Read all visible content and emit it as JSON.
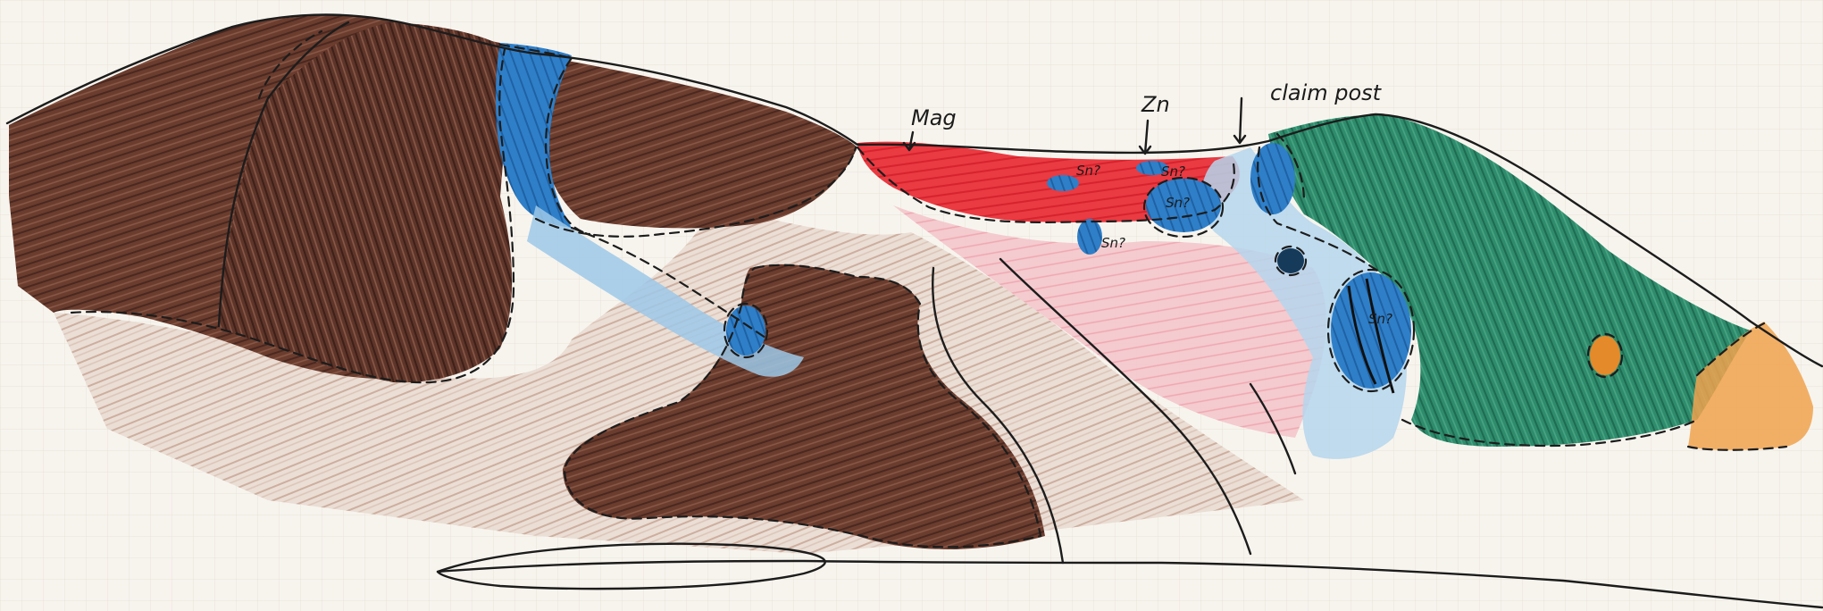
{
  "sketch": {
    "labels": {
      "mag": "Mag",
      "zn": "Zn",
      "claim_post": "claim post"
    },
    "sn_labels": [
      "Sn?",
      "Sn?",
      "Sn?",
      "Sn?",
      "Sn?"
    ],
    "colors": {
      "paper": "#f7f4ee",
      "grid": "#e6e1d6",
      "brown_dark": "#5a3326",
      "brown_mid": "#7a4a3a",
      "brown_light": "#c9a99a",
      "blue": "#2f7fc8",
      "blue_light": "#a8cde8",
      "red": "#ea3a42",
      "pink": "#f2b3bb",
      "green": "#2e8c6c",
      "orange": "#f0a24e"
    }
  }
}
